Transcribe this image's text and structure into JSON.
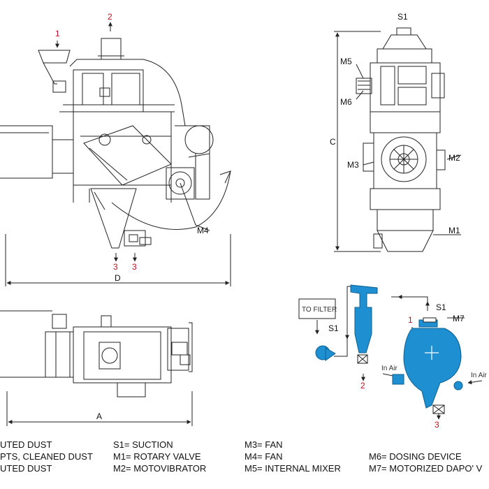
{
  "colors": {
    "line": "#222222",
    "accent_blue": "#1e8fd0",
    "marker_red": "#c1121f"
  },
  "side_view": {
    "markers": [
      {
        "id": "m1",
        "text": "1"
      },
      {
        "id": "m2",
        "text": "2"
      },
      {
        "id": "m3a",
        "text": "3"
      },
      {
        "id": "m3b",
        "text": "3"
      }
    ],
    "motor_label": "M4",
    "dim_label": "D"
  },
  "front_view": {
    "labels": {
      "s1": "S1",
      "m5": "M5",
      "m6": "M6",
      "m3": "M3",
      "m2": "M2",
      "m1": "M1"
    },
    "dim_label": "C"
  },
  "top_view": {
    "dim_label": "A"
  },
  "flow_diagram": {
    "filter_box": "TO FILTER",
    "s1_left": "S1",
    "s1_right": "S1",
    "m7": "M7",
    "marker_1": "1",
    "marker_2": "2",
    "marker_3": "3",
    "in_air_left": "In Air",
    "in_air_right": "In Air"
  },
  "legend": {
    "col1": [
      "UTED DUST",
      "PTS, CLEANED DUST",
      "UTED DUST"
    ],
    "col2": [
      "S1= SUCTION",
      "M1= ROTARY VALVE",
      "M2= MOTOVIBRATOR"
    ],
    "col3": [
      "M3= FAN",
      "M4= FAN",
      "M5= INTERNAL MIXER"
    ],
    "col4": [
      "",
      "M6= DOSING DEVICE",
      "M7= MOTORIZED DAPO' V"
    ]
  }
}
